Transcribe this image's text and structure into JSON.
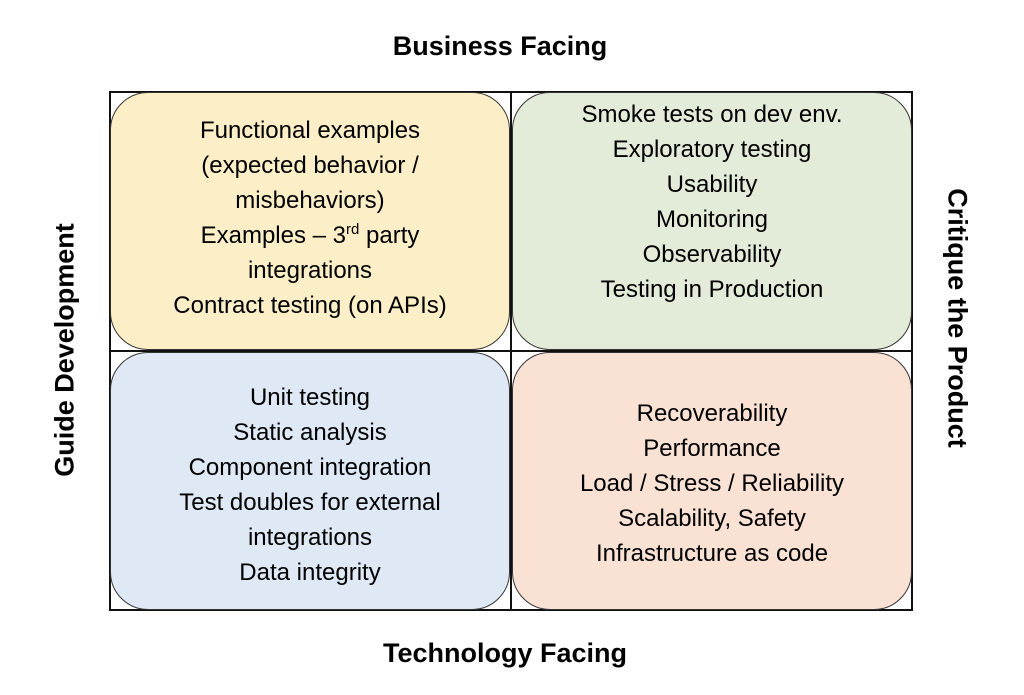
{
  "axes": {
    "top": "Business Facing",
    "bottom": "Technology Facing",
    "left": "Guide Development",
    "right": "Critique the Product"
  },
  "quadrants": {
    "top_left": {
      "color": "#fcefc7",
      "line1": "Functional examples",
      "line2": "(expected behavior /",
      "line3": "misbehaviors)",
      "line4_prefix": "Examples – 3",
      "line4_sup": "rd",
      "line4_suffix": " party",
      "line5": "integrations",
      "line6": "Contract testing (on APIs)"
    },
    "top_right": {
      "color": "#e2ecd9",
      "items": [
        "Smoke tests on dev env.",
        "Exploratory testing",
        "Usability",
        "Monitoring",
        "Observability",
        "Testing in Production"
      ]
    },
    "bottom_left": {
      "color": "#dfe8f5",
      "items": [
        "Unit testing",
        "Static analysis",
        "Component integration",
        "Test doubles for external",
        "integrations",
        "Data integrity"
      ]
    },
    "bottom_right": {
      "color": "#f9e1d4",
      "items": [
        "Recoverability",
        "Performance",
        "Load / Stress / Reliability",
        "Scalability, Safety",
        "Infrastructure as code"
      ]
    }
  }
}
